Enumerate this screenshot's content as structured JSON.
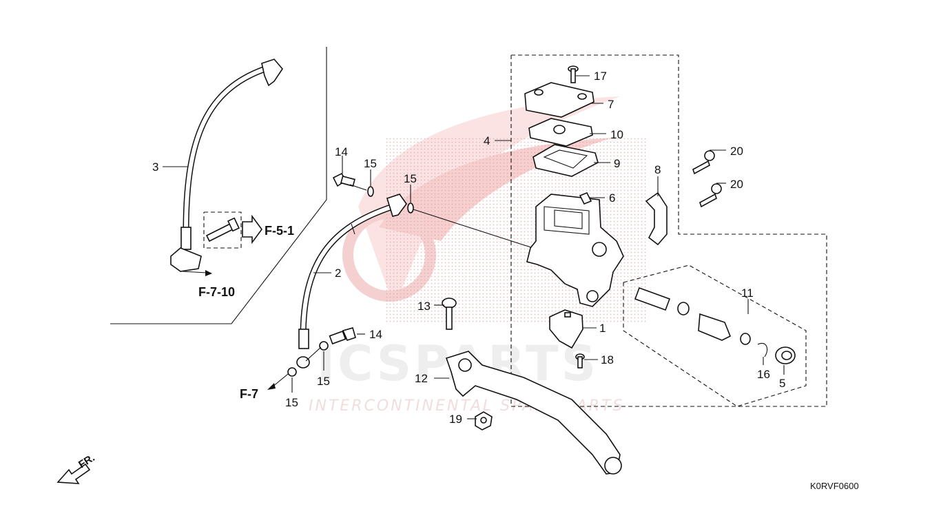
{
  "watermark": {
    "brand": "ICSPARTS",
    "tagline": "INTERCONTINENTAL SPARE PARTS",
    "accent_color": "#e53935"
  },
  "diagram_code": "K0RVF0600",
  "direction_label": "FR.",
  "references": {
    "f51": "F-5-1",
    "f710": "F-7-10",
    "f7": "F-7"
  },
  "callouts": {
    "c1": "1",
    "c2": "2",
    "c3": "3",
    "c4": "4",
    "c5": "5",
    "c6": "6",
    "c7": "7",
    "c8": "8",
    "c9": "9",
    "c10": "10",
    "c11": "11",
    "c12": "12",
    "c13": "13",
    "c14a": "14",
    "c14b": "14",
    "c15a": "15",
    "c15b": "15",
    "c15c": "15",
    "c15d": "15",
    "c16": "16",
    "c17": "17",
    "c18": "18",
    "c19": "19",
    "c20a": "20",
    "c20b": "20"
  }
}
